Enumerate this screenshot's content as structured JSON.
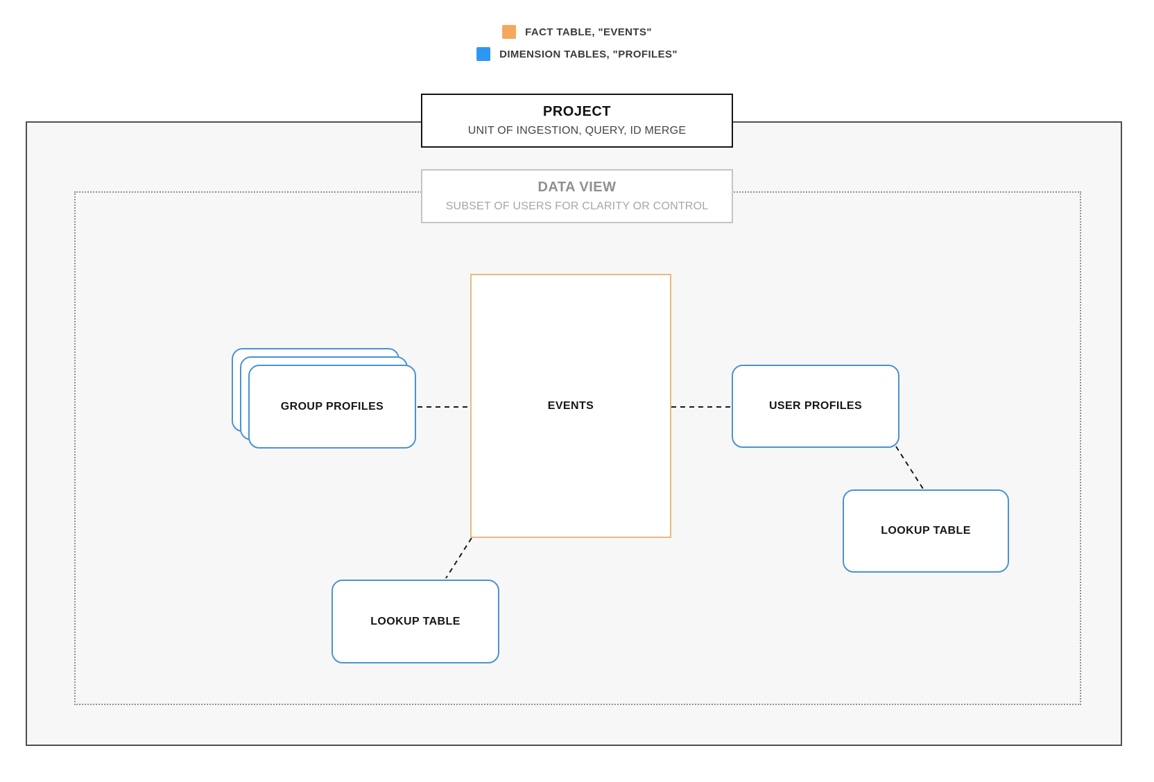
{
  "legend": {
    "items": [
      {
        "swatch": "fact-swatch",
        "color": "#f5a85c",
        "label": "FACT TABLE, \"EVENTS\""
      },
      {
        "swatch": "dimension-swatch",
        "color": "#2e96f3",
        "label": "DIMENSION TABLES, \"PROFILES\""
      }
    ]
  },
  "project": {
    "title": "PROJECT",
    "subtitle": "UNIT OF INGESTION, QUERY, ID MERGE"
  },
  "data_view": {
    "title": "DATA VIEW",
    "subtitle": "SUBSET OF USERS FOR CLARITY OR CONTROL"
  },
  "nodes": {
    "events": {
      "label": "EVENTS",
      "type": "fact"
    },
    "group_profiles": {
      "label": "GROUP PROFILES",
      "type": "dimension",
      "stacked_count": 3
    },
    "user_profiles": {
      "label": "USER PROFILES",
      "type": "dimension"
    },
    "lookup_right": {
      "label": "LOOKUP TABLE",
      "type": "dimension"
    },
    "lookup_bottom": {
      "label": "LOOKUP TABLE",
      "type": "dimension"
    }
  },
  "edges": [
    {
      "from": "group_profiles",
      "to": "events"
    },
    {
      "from": "events",
      "to": "user_profiles"
    },
    {
      "from": "user_profiles",
      "to": "lookup_right"
    },
    {
      "from": "events",
      "to": "lookup_bottom"
    }
  ],
  "colors": {
    "fact_border": "#e9ba79",
    "dimension_border": "#4a92d4",
    "outer_border": "#4f4f4f",
    "dotted_border": "#8f8f8f",
    "canvas_fill": "#f7f7f8",
    "connector": "#1a1a1a"
  }
}
